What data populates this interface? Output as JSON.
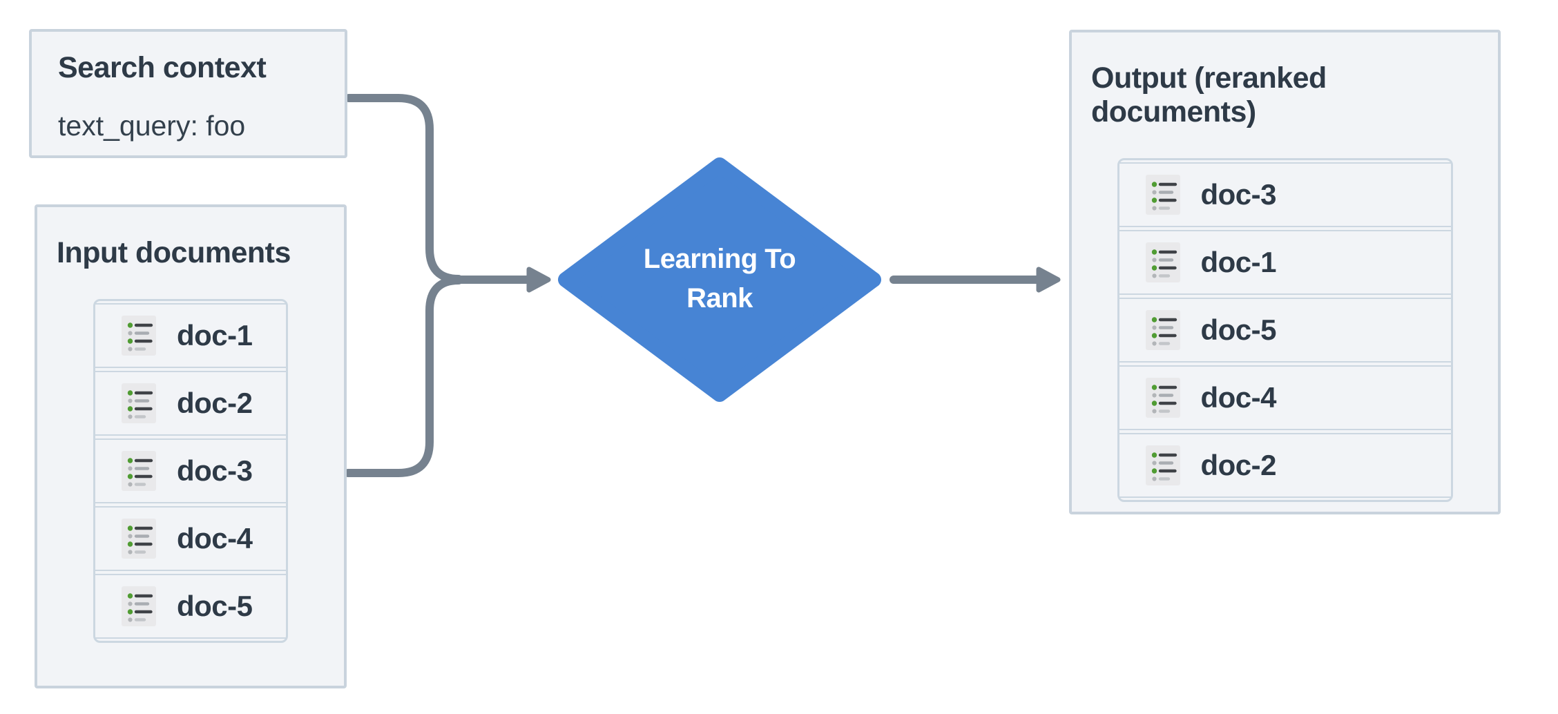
{
  "diagram": {
    "search_context": {
      "title": "Search context",
      "query": "text_query: foo"
    },
    "input_documents": {
      "title": "Input documents",
      "docs": [
        "doc-1",
        "doc-2",
        "doc-3",
        "doc-4",
        "doc-5"
      ]
    },
    "process_node": {
      "label": "Learning To Rank",
      "lines": [
        "Learning To",
        "Rank"
      ]
    },
    "output_documents": {
      "title": "Output (reranked documents)",
      "docs": [
        "doc-3",
        "doc-1",
        "doc-5",
        "doc-4",
        "doc-2"
      ]
    }
  },
  "icons": {
    "doc_icon": "bulleted-list-document-icon"
  },
  "colors": {
    "process_node_fill": "#4784d4",
    "process_node_text": "#ffffff",
    "connector": "#76828f",
    "panel_background": "#f2f4f7",
    "panel_border": "#c9d3dd",
    "list_border": "#ccd7e1",
    "text": "#2e3a47",
    "icon_background": "#e9e9eb",
    "icon_bullet_green": "#509c33",
    "icon_bullet_gray": "#b2b5b8",
    "icon_line_dark": "#3f4247",
    "icon_line_gray": "#a9adb2",
    "icon_line_light": "#c3c6c9"
  }
}
